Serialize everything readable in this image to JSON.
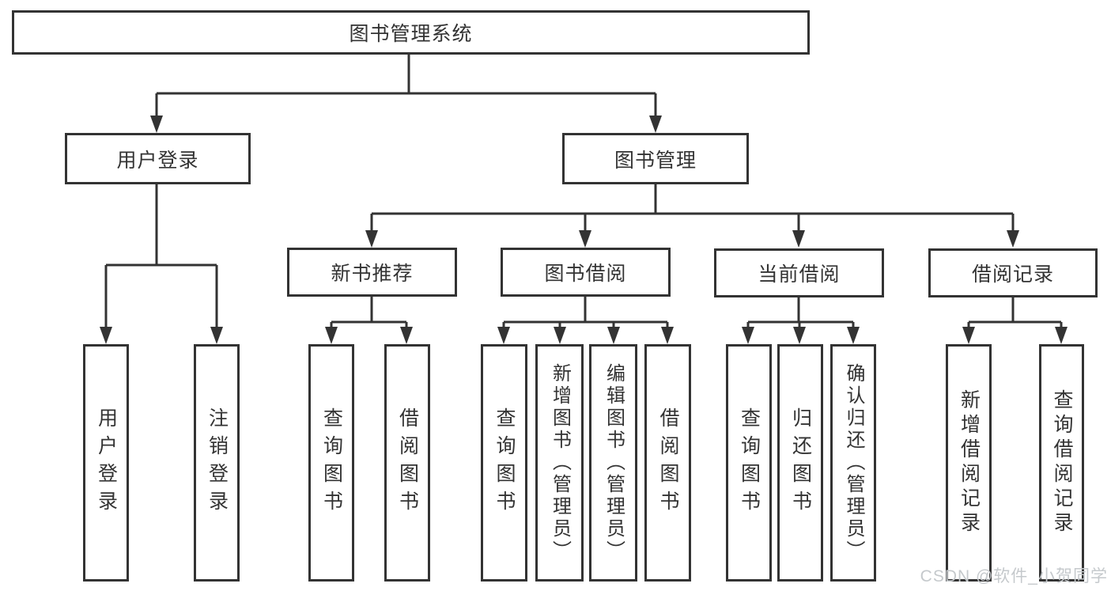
{
  "colors": {
    "line": "#333333",
    "box_border": "#333333",
    "text": "#333333",
    "background": "#ffffff",
    "watermark": "#c5c9cc"
  },
  "tree": {
    "root": {
      "label": "图书管理系统"
    },
    "branches": [
      {
        "label": "用户登录",
        "leaves": [
          {
            "label": "用户登录"
          },
          {
            "label": "注销登录"
          }
        ]
      },
      {
        "label": "图书管理",
        "groups": [
          {
            "label": "新书推荐",
            "leaves": [
              {
                "label": "查询图书"
              },
              {
                "label": "借阅图书"
              }
            ]
          },
          {
            "label": "图书借阅",
            "leaves": [
              {
                "label": "查询图书"
              },
              {
                "label": "新增图书（管理员）"
              },
              {
                "label": "编辑图书（管理员）"
              },
              {
                "label": "借阅图书"
              }
            ]
          },
          {
            "label": "当前借阅",
            "leaves": [
              {
                "label": "查询图书"
              },
              {
                "label": "归还图书"
              },
              {
                "label": "确认归还（管理员）"
              }
            ]
          },
          {
            "label": "借阅记录",
            "leaves": [
              {
                "label": "新增借阅记录"
              },
              {
                "label": "查询借阅记录"
              }
            ]
          }
        ]
      }
    ]
  },
  "watermark": {
    "text": "CSDN @软件_小贺同学"
  }
}
